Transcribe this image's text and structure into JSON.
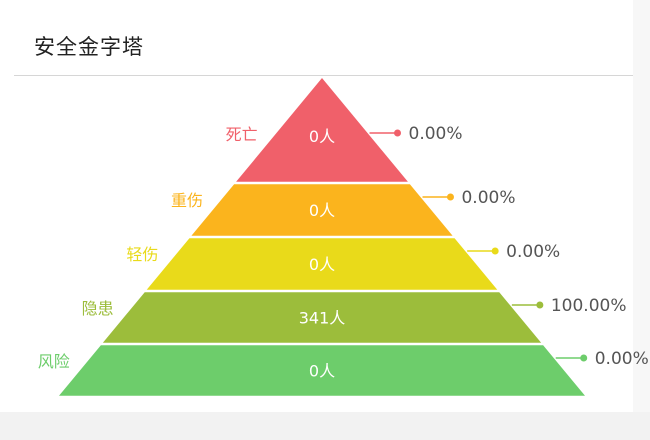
{
  "panel": {
    "title": "安全金字塔"
  },
  "chart_data": {
    "type": "pyramid",
    "title": "安全金字塔",
    "value_unit": "人",
    "levels": [
      {
        "name": "死亡",
        "value": 0,
        "value_label": "0人",
        "percent_label": "0.00%",
        "color": "#f0606a"
      },
      {
        "name": "重伤",
        "value": 0,
        "value_label": "0人",
        "percent_label": "0.00%",
        "color": "#fbb41d"
      },
      {
        "name": "轻伤",
        "value": 0,
        "value_label": "0人",
        "percent_label": "0.00%",
        "color": "#e9da1a"
      },
      {
        "name": "隐患",
        "value": 341,
        "value_label": "341人",
        "percent_label": "100.00%",
        "color": "#9cbd3b"
      },
      {
        "name": "风险",
        "value": 0,
        "value_label": "0人",
        "percent_label": "0.00%",
        "color": "#6dcd6b"
      }
    ],
    "legend": "none",
    "grid": false
  }
}
